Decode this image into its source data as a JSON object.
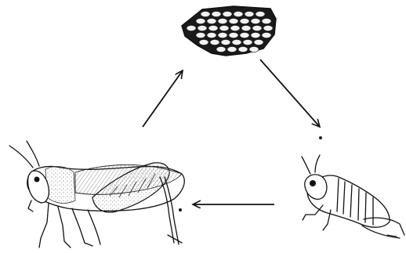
{
  "diagram": {
    "type": "cycle",
    "colors": {
      "background": "#ffffff",
      "ink": "#111111",
      "egg_fill": "#f2f2f2",
      "shade": "#777777"
    },
    "stages": [
      {
        "id": "eggs",
        "icon": "egg-cluster-icon"
      },
      {
        "id": "nymph",
        "icon": "grasshopper-nymph-icon"
      },
      {
        "id": "adult",
        "icon": "adult-grasshopper-icon"
      }
    ],
    "arrows": [
      {
        "from": "eggs",
        "to": "nymph"
      },
      {
        "from": "nymph",
        "to": "adult"
      },
      {
        "from": "adult",
        "to": "eggs"
      }
    ]
  }
}
